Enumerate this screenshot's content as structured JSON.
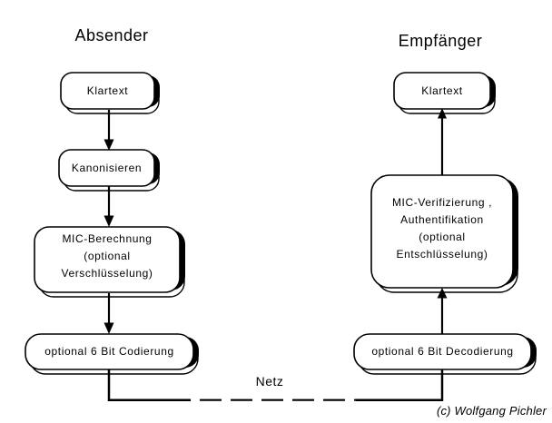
{
  "diagram": {
    "headers": {
      "sender": "Absender",
      "receiver": "Empfänger"
    },
    "sender_flow": {
      "klartext": "Klartext",
      "kanonisieren": "Kanonisieren",
      "mic_berechnung": [
        "MIC-Berechnung",
        "(optional",
        "Verschlüsselung)"
      ],
      "codierung": "optional 6 Bit Codierung"
    },
    "receiver_flow": {
      "klartext": "Klartext",
      "mic_verifizierung": [
        "MIC-Verifizierung ,",
        "Authentifikation",
        "(optional",
        "Entschlüsselung)"
      ],
      "decodierung": "optional 6 Bit Decodierung"
    },
    "network_label": "Netz",
    "copyright": "(c) Wolfgang Pichler",
    "colors": {
      "ink": "#000000",
      "background": "#ffffff"
    }
  }
}
